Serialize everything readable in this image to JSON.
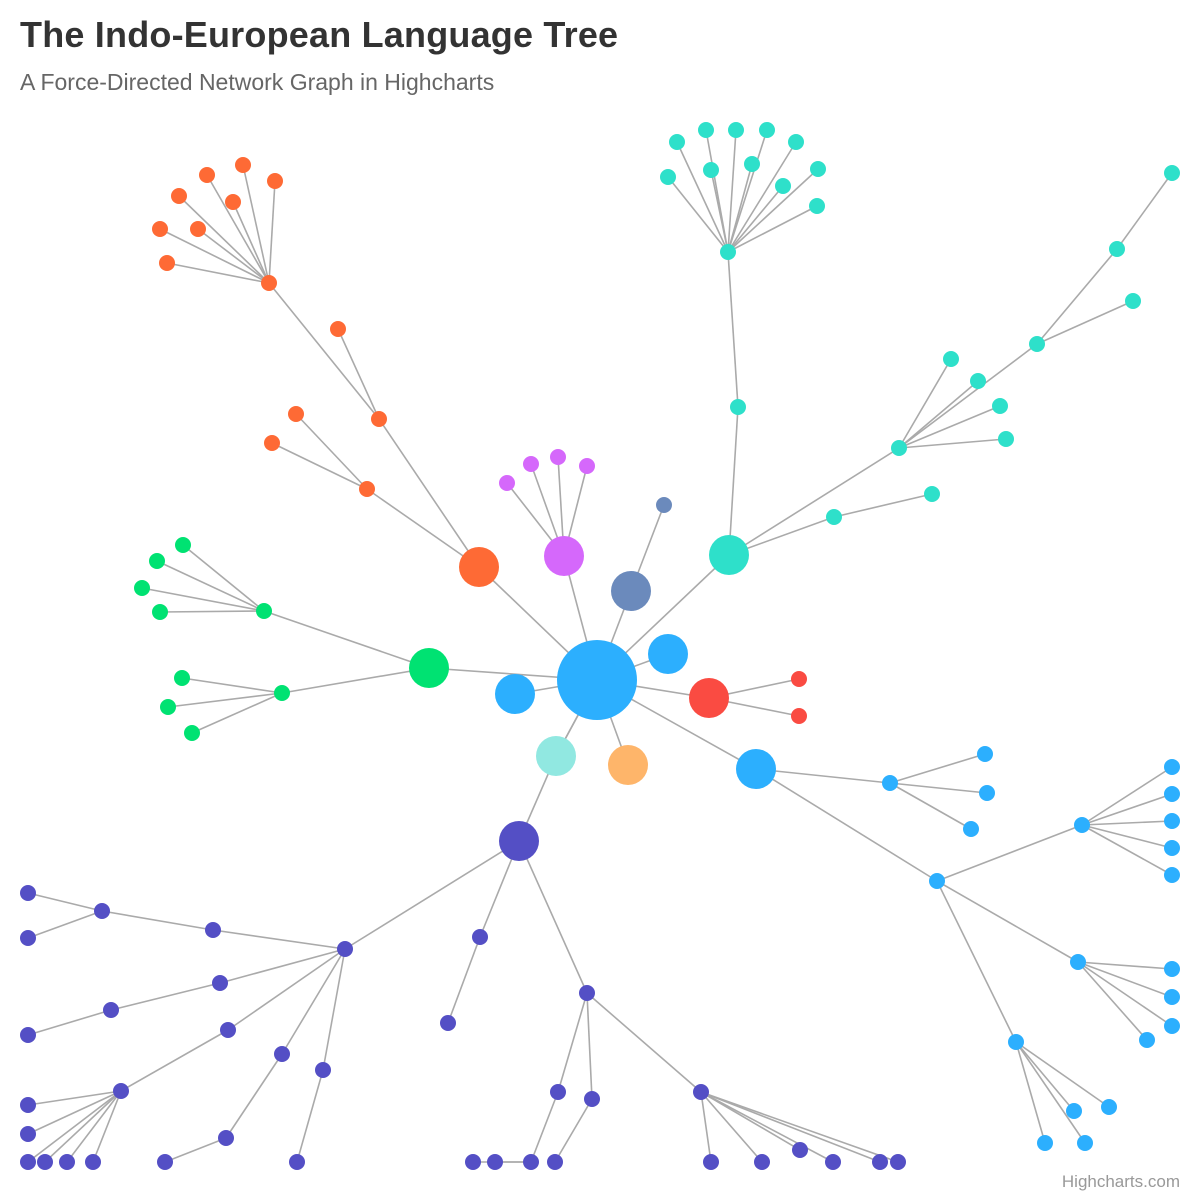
{
  "chart": {
    "title": "The Indo-European Language Tree",
    "subtitle": "A Force-Directed Network Graph in Highcharts",
    "credits": "Highcharts.com",
    "type": "networkgraph"
  },
  "chart_data": {
    "type": "networkgraph",
    "title": "The Indo-European Language Tree",
    "subtitle": "A Force-Directed Network Graph in Highcharts",
    "colors": {
      "root": "#2caffe",
      "orange": "#fe6a35",
      "purple": "#d568fb",
      "slate": "#6b8abc",
      "teal": "#2ee0ca",
      "green": "#00e272",
      "red": "#fa4b42",
      "peach": "#feb56a",
      "mint": "#91e8e1",
      "indigo": "#544fc5",
      "edge": "#aaaaaa"
    }
  }
}
